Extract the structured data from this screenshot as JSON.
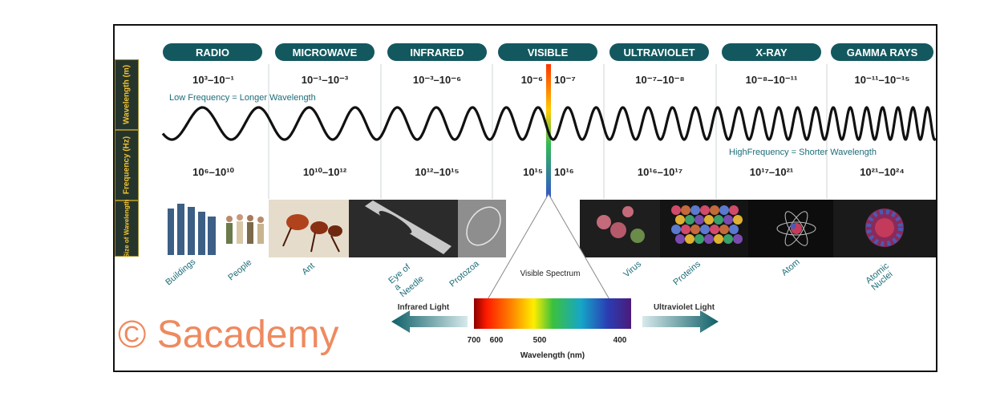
{
  "sidebar": {
    "wavelength": "Wavelength (m)",
    "frequency": "Frequency (Hz)",
    "size": "Size of Wavelength"
  },
  "bands": [
    {
      "name": "RADIO",
      "wavelength": "10³–10⁻¹",
      "frequency": "10⁶–10¹⁰"
    },
    {
      "name": "MICROWAVE",
      "wavelength": "10⁻¹–10⁻³",
      "frequency": "10¹⁰–10¹²"
    },
    {
      "name": "INFRARED",
      "wavelength": "10⁻³–10⁻⁶",
      "frequency": "10¹²–10¹⁵"
    },
    {
      "name": "VISIBLE",
      "wavelength_left": "10⁻⁶",
      "wavelength_right": "10⁻⁷",
      "frequency_left": "10¹⁵",
      "frequency_right": "10¹⁶"
    },
    {
      "name": "ULTRAVIOLET",
      "wavelength": "10⁻⁷–10⁻⁸",
      "frequency": "10¹⁶–10¹⁷"
    },
    {
      "name": "X-RAY",
      "wavelength": "10⁻⁸–10⁻¹¹",
      "frequency": "10¹⁷–10²¹"
    },
    {
      "name": "GAMMA RAYS",
      "wavelength": "10⁻¹¹–10⁻¹⁵",
      "frequency": "10²¹–10²⁴"
    }
  ],
  "notes": {
    "low": "Low Frequency = Longer Wavelength",
    "high": "HighFrequency = Shorter Wavelength"
  },
  "scale_labels": [
    "Buildings",
    "People",
    "Ant",
    "Eye of a Needle",
    "Protozoa",
    "Virus",
    "Proteins",
    "Atom",
    "Atomic Nuclei"
  ],
  "visible_spectrum": {
    "title": "Visible Spectrum",
    "infrared": "Infrared Light",
    "ultraviolet": "Ultraviolet Light",
    "ticks": [
      "700",
      "600",
      "500",
      "400"
    ],
    "axis": "Wavelength (nm)"
  },
  "copyright": "© Sacademy",
  "colors": {
    "band": "#13585f",
    "sidebar": "#26352c",
    "sidebar_text": "#f1c232",
    "note": "#1c6c78",
    "watermark": "#ee8a5f"
  }
}
